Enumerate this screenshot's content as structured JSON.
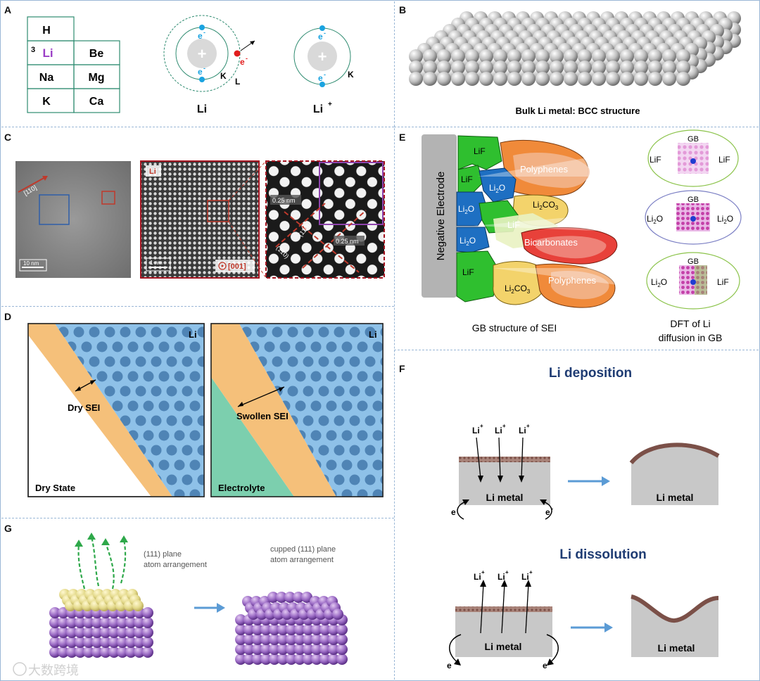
{
  "panels": {
    "A": {
      "label": "A",
      "table": [
        [
          "H",
          ""
        ],
        [
          "Li",
          "Be"
        ],
        [
          "Na",
          "Mg"
        ],
        [
          "K",
          "Ca"
        ]
      ],
      "li_number": "3",
      "atom_li": "Li",
      "atom_li_plus": "Li",
      "plus_sup": "+",
      "electron": "e",
      "minus": "-",
      "shell_k": "K",
      "shell_l": "L"
    },
    "B": {
      "label": "B",
      "caption": "Bulk Li metal: BCC structure"
    },
    "C": {
      "label": "C",
      "dir_110": "[110]",
      "scale1": "10 nm",
      "li": "Li",
      "scale2": "1 nm",
      "zone": "[001]",
      "d1": "0.25 nm",
      "d2": "0.25 nm",
      "h110": "(110)",
      "h1bar10": "(1̄10)"
    },
    "D": {
      "label": "D",
      "li_left": "Li",
      "li_right": "Li",
      "dry_sei": "Dry SEI",
      "swollen_sei": "Swollen SEI",
      "dry_state": "Dry State",
      "electrolyte": "Electrolyte"
    },
    "E": {
      "label": "E",
      "electrode": "Negative Electrode",
      "lif": "LiF",
      "li2o_main": "Li",
      "sub2": "2",
      "o": "O",
      "li2co3_a": "Li",
      "co3": "CO",
      "sub3": "3",
      "polyphenes": "Polyphenes",
      "bicarbonates": "Bicarbonates",
      "gb": "GB",
      "caption_left": "GB structure of SEI",
      "caption_right_1": "DFT of Li",
      "caption_right_2": "diffusion in GB"
    },
    "F": {
      "label": "F",
      "deposition": "Li deposition",
      "dissolution": "Li dissolution",
      "li_metal": "Li metal",
      "li_ion": "Li",
      "plus": "+",
      "e": "e",
      "minus": "-"
    },
    "G": {
      "label": "G",
      "plane1_a": "(111) plane",
      "plane1_b": "atom arrangement",
      "plane2_a": "cupped (111) plane",
      "plane2_b": "atom arrangement",
      "watermark": "大数跨境"
    }
  },
  "colors": {
    "divider": "#9ab7d6",
    "li_purple": "#9b3fc6",
    "electron_blue": "#1aa3e0",
    "electron_red": "#e11d1d",
    "sei_orange": "#f5c07a",
    "li_blue": "#8ec1e8",
    "atom_dot": "#4f84b5",
    "electrolyte_green": "#7ccfae",
    "lif_green": "#2fbf2f",
    "li2o_blue": "#1e6fc2",
    "li2co3_yellow": "#f3d36b",
    "polyphenes_orange": "#f08a3a",
    "bicarbonates_red": "#e8413a",
    "title_navy": "#1f3c73",
    "arrow_blue": "#5b9bd5",
    "atom_purple": "#8e5fb8"
  }
}
